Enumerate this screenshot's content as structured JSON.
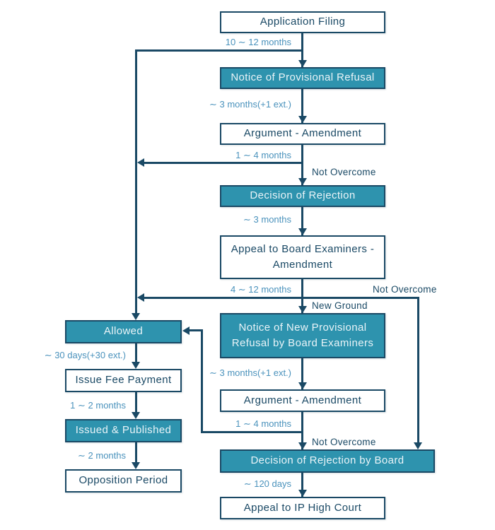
{
  "colors": {
    "navy": "#1a4965",
    "teal": "#2e93ae",
    "label_blue": "#4a92bc",
    "background": "#ffffff"
  },
  "nodes": {
    "application_filing": {
      "label": "Application Filing",
      "style": "outline"
    },
    "notice_provisional_refusal": {
      "label": "Notice of Provisional Refusal",
      "style": "filled"
    },
    "argument_amendment_1": {
      "label": "Argument - Amendment",
      "style": "outline"
    },
    "decision_of_rejection": {
      "label": "Decision of Rejection",
      "style": "filled"
    },
    "appeal_to_board_examiners": {
      "lines": [
        "Appeal to Board Examiners -",
        "Amendment"
      ],
      "style": "outline"
    },
    "notice_new_provisional_refusal": {
      "lines": [
        "Notice of New Provisional",
        "Refusal by Board Examiners"
      ],
      "style": "filled"
    },
    "argument_amendment_2": {
      "label": "Argument - Amendment",
      "style": "outline"
    },
    "decision_of_rejection_by_board": {
      "label": "Decision of Rejection by Board",
      "style": "filled"
    },
    "appeal_to_ip_high_court": {
      "label": "Appeal to IP High Court",
      "style": "outline"
    },
    "allowed": {
      "label": "Allowed",
      "style": "filled"
    },
    "issue_fee_payment": {
      "label": "Issue Fee Payment",
      "style": "outline"
    },
    "issued_published": {
      "label": "Issued & Published",
      "style": "filled"
    },
    "opposition_period": {
      "label": "Opposition Period",
      "style": "outline"
    }
  },
  "edge_labels": {
    "filing_to_refusal": "10 ∼ 12 months",
    "refusal_to_argument": "∼ 3 months(+1 ext.)",
    "argument_to_decision": "1 ∼ 4 months",
    "decision_to_appeal": "∼ 3 months",
    "appeal_onward": "4 ∼ 12 months",
    "new_refusal_to_argument2": "∼ 3 months(+1 ext.)",
    "argument2_onward": "1 ∼ 4 months",
    "board_decision_to_court": "∼ 120 days",
    "allowed_to_fee": "∼ 30 days(+30 ext.)",
    "fee_to_issued": "1 ∼ 2 months",
    "issued_to_opposition": "∼ 2 months"
  },
  "branch_labels": {
    "not_overcome_1": "Not Overcome",
    "not_overcome_2": "Not Overcome",
    "new_ground": "New Ground",
    "not_overcome_3": "Not Overcome"
  }
}
